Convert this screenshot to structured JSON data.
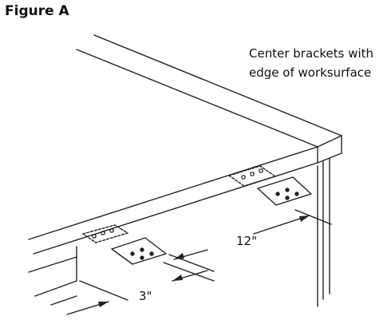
{
  "figure": {
    "title": "Figure A"
  },
  "note": {
    "line1": "Center brackets with",
    "line2": "edge of worksurface"
  },
  "dimensions": {
    "spacing": "12\"",
    "offset": "3\""
  }
}
